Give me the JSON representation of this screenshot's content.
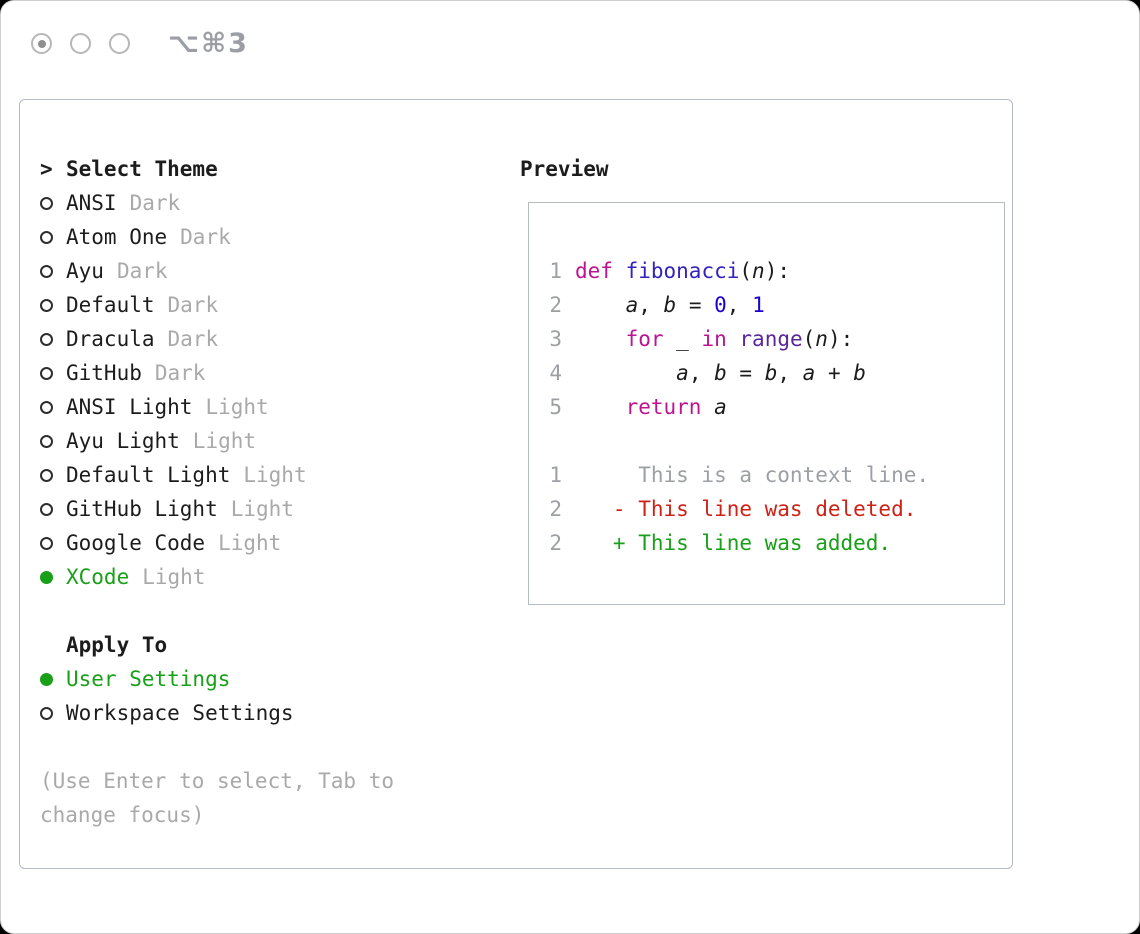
{
  "window": {
    "shortcut_label": "⌥⌘3"
  },
  "colors": {
    "accent_green": "#18a018",
    "keyword_pink": "#bc1490",
    "number_blue": "#1c00cf",
    "builtin_purple": "#5b269a",
    "function_blue": "#3422bd",
    "deleted_red": "#ce2217",
    "muted_gray": "#a9a9a9"
  },
  "theme_selector": {
    "header_prompt": ">",
    "header": "Select Theme",
    "items": [
      {
        "name": "ANSI",
        "variant": "Dark",
        "selected": false
      },
      {
        "name": "Atom One",
        "variant": "Dark",
        "selected": false
      },
      {
        "name": "Ayu",
        "variant": "Dark",
        "selected": false
      },
      {
        "name": "Default",
        "variant": "Dark",
        "selected": false
      },
      {
        "name": "Dracula",
        "variant": "Dark",
        "selected": false
      },
      {
        "name": "GitHub",
        "variant": "Dark",
        "selected": false
      },
      {
        "name": "ANSI Light",
        "variant": "Light",
        "selected": false
      },
      {
        "name": "Ayu Light",
        "variant": "Light",
        "selected": false
      },
      {
        "name": "Default Light",
        "variant": "Light",
        "selected": false
      },
      {
        "name": "GitHub Light",
        "variant": "Light",
        "selected": false
      },
      {
        "name": "Google Code",
        "variant": "Light",
        "selected": false
      },
      {
        "name": "XCode",
        "variant": "Light",
        "selected": true
      }
    ]
  },
  "apply_to": {
    "header": "Apply To",
    "options": [
      {
        "label": "User Settings",
        "selected": true
      },
      {
        "label": "Workspace Settings",
        "selected": false
      }
    ]
  },
  "help_text": "(Use Enter to select, Tab to change focus)",
  "preview": {
    "header": "Preview",
    "code_lines": [
      {
        "num": "1",
        "tokens": [
          {
            "t": "def",
            "c": "kw"
          },
          {
            "t": " ",
            "c": ""
          },
          {
            "t": "fibonacci",
            "c": "fn"
          },
          {
            "t": "(",
            "c": ""
          },
          {
            "t": "n",
            "c": "var"
          },
          {
            "t": "):",
            "c": ""
          }
        ]
      },
      {
        "num": "2",
        "tokens": [
          {
            "t": "    ",
            "c": ""
          },
          {
            "t": "a",
            "c": "var"
          },
          {
            "t": ", ",
            "c": ""
          },
          {
            "t": "b",
            "c": "var"
          },
          {
            "t": " = ",
            "c": ""
          },
          {
            "t": "0",
            "c": "num"
          },
          {
            "t": ", ",
            "c": ""
          },
          {
            "t": "1",
            "c": "num"
          }
        ]
      },
      {
        "num": "3",
        "tokens": [
          {
            "t": "    ",
            "c": ""
          },
          {
            "t": "for",
            "c": "kw"
          },
          {
            "t": " _ ",
            "c": ""
          },
          {
            "t": "in",
            "c": "kw"
          },
          {
            "t": " ",
            "c": ""
          },
          {
            "t": "range",
            "c": "bi"
          },
          {
            "t": "(",
            "c": ""
          },
          {
            "t": "n",
            "c": "var"
          },
          {
            "t": "):",
            "c": ""
          }
        ]
      },
      {
        "num": "4",
        "tokens": [
          {
            "t": "        ",
            "c": ""
          },
          {
            "t": "a",
            "c": "var"
          },
          {
            "t": ", ",
            "c": ""
          },
          {
            "t": "b",
            "c": "var"
          },
          {
            "t": " = ",
            "c": ""
          },
          {
            "t": "b",
            "c": "var"
          },
          {
            "t": ", ",
            "c": ""
          },
          {
            "t": "a",
            "c": "var"
          },
          {
            "t": " + ",
            "c": ""
          },
          {
            "t": "b",
            "c": "var"
          }
        ]
      },
      {
        "num": "5",
        "tokens": [
          {
            "t": "    ",
            "c": ""
          },
          {
            "t": "return",
            "c": "kw"
          },
          {
            "t": " ",
            "c": ""
          },
          {
            "t": "a",
            "c": "var"
          }
        ]
      }
    ],
    "diff_lines": [
      {
        "num": "1",
        "kind": "context",
        "text": "     This is a context line."
      },
      {
        "num": "2",
        "kind": "deleted",
        "text": "   - This line was deleted."
      },
      {
        "num": "2",
        "kind": "added",
        "text": "   + This line was added."
      }
    ]
  }
}
